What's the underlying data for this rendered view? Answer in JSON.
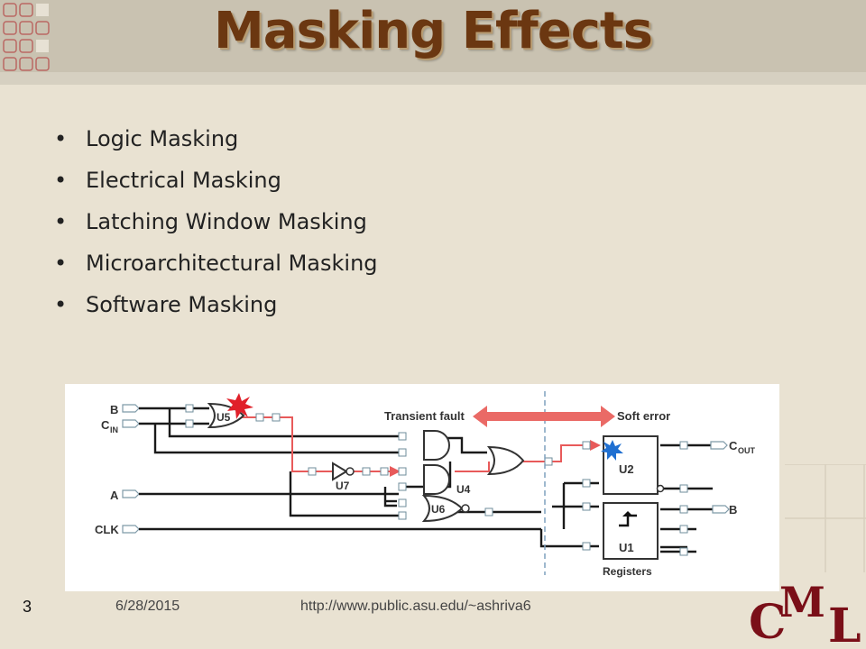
{
  "slide": {
    "title": "Masking Effects",
    "bullets": [
      "Logic Masking",
      "Electrical Masking",
      "Latching Window Masking",
      "Microarchitectural  Masking",
      "Software Masking"
    ],
    "bullet_char": "•"
  },
  "figure": {
    "transient_label": "Transient fault",
    "soft_error_label": "Soft error",
    "inputs": [
      "B",
      "C",
      "IN",
      "A",
      "CLK"
    ],
    "gates": [
      "U5",
      "U7",
      "U4",
      "U6",
      "U2",
      "U1"
    ],
    "registers_label": "Registers",
    "outputs": [
      "C",
      "OUT",
      "B"
    ],
    "fault_color": "#e85a5a",
    "strike_color": "#e0202a",
    "error_color": "#1f6fd1"
  },
  "footer": {
    "slide_number": "3",
    "date": "6/28/2015",
    "url": "http://www.public.asu.edu/~ashriva6"
  },
  "logo": {
    "c": "C",
    "m": "M",
    "l": "L",
    "color": "#7a0f18"
  }
}
